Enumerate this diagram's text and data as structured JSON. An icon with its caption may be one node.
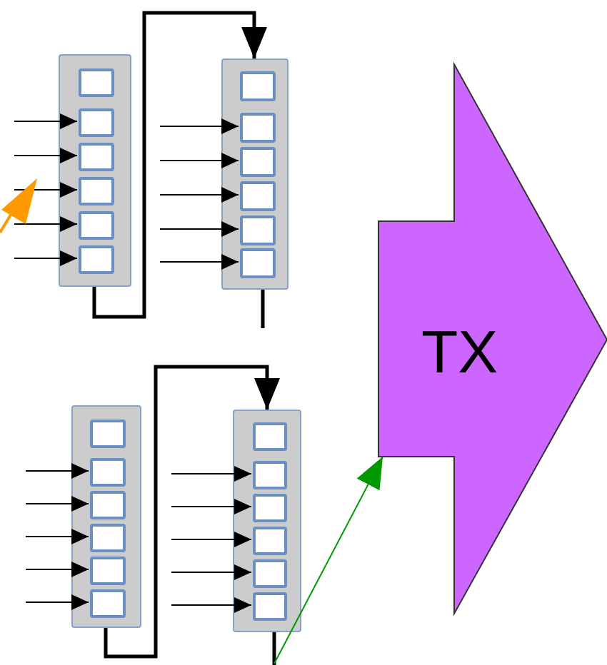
{
  "diagram": {
    "nodes": [
      {
        "text": [],
        "shape": "box"
      },
      {
        "text": [],
        "shape": "box",
        "in": 0
      },
      {
        "text": [],
        "shape": "box",
        "in": 0
      },
      {
        "text": [],
        "shape": "box",
        "in": 0
      },
      {
        "text": [],
        "shape": "box",
        "in": 0
      },
      {
        "text": [],
        "shape": "box",
        "in": 0
      },
      {
        "text": [],
        "shape": "box",
        "in": 0
      },
      {
        "text": [],
        "shape": "box"
      },
      {
        "text": [],
        "shape": "box",
        "in": 7
      },
      {
        "text": [],
        "shape": "box",
        "in": 7
      },
      {
        "text": [],
        "shape": "box",
        "in": 7
      },
      {
        "text": [],
        "shape": "box",
        "in": 7
      },
      {
        "text": [],
        "shape": "box",
        "in": 7
      },
      {
        "text": [],
        "shape": "box",
        "in": 7
      },
      {
        "text": [],
        "shape": "box"
      },
      {
        "text": [],
        "shape": "box",
        "in": 14
      },
      {
        "text": [],
        "shape": "box",
        "in": 14
      },
      {
        "text": [],
        "shape": "box",
        "in": 14
      },
      {
        "text": [],
        "shape": "box",
        "in": 14
      },
      {
        "text": [],
        "shape": "box",
        "in": 14
      },
      {
        "text": [],
        "shape": "box",
        "in": 14
      },
      {
        "text": [],
        "shape": "box"
      },
      {
        "text": [],
        "shape": "box",
        "in": 21
      },
      {
        "text": [],
        "shape": "box",
        "in": 21
      },
      {
        "text": [],
        "shape": "box",
        "in": 21
      },
      {
        "text": [],
        "shape": "box",
        "in": 21
      },
      {
        "text": [],
        "shape": "box",
        "in": 21
      },
      {
        "text": [],
        "shape": "box",
        "in": 21
      },
      {
        "text": [
          "TX"
        ]
      }
    ],
    "edges": [
      {
        "from": null,
        "to": 2,
        "arrow": "to"
      },
      {
        "from": null,
        "to": 3,
        "arrow": "to"
      },
      {
        "from": null,
        "to": 4,
        "arrow": "to"
      },
      {
        "from": null,
        "to": 5,
        "arrow": "to"
      },
      {
        "from": null,
        "to": 6,
        "arrow": "to"
      },
      {
        "from": null,
        "to": 9,
        "arrow": "to"
      },
      {
        "from": null,
        "to": 10,
        "arrow": "to"
      },
      {
        "from": null,
        "to": 11,
        "arrow": "to"
      },
      {
        "from": null,
        "to": 12,
        "arrow": "to"
      },
      {
        "from": null,
        "to": 13,
        "arrow": "to"
      },
      {
        "from": null,
        "to": 16,
        "arrow": "to"
      },
      {
        "from": null,
        "to": 17,
        "arrow": "to"
      },
      {
        "from": null,
        "to": 18,
        "arrow": "to"
      },
      {
        "from": null,
        "to": 19,
        "arrow": "to"
      },
      {
        "from": null,
        "to": 20,
        "arrow": "to"
      },
      {
        "from": null,
        "to": 23,
        "arrow": "to"
      },
      {
        "from": null,
        "to": 24,
        "arrow": "to"
      },
      {
        "from": null,
        "to": 25,
        "arrow": "to"
      },
      {
        "from": null,
        "to": 26,
        "arrow": "to"
      },
      {
        "from": null,
        "to": 27,
        "arrow": "to"
      },
      {
        "from": 0,
        "to": 7,
        "arrow": "to",
        "style": "thick"
      },
      {
        "from": 7,
        "to": null,
        "arrow": "none",
        "style": "thick"
      },
      {
        "from": 14,
        "to": 21,
        "arrow": "to",
        "style": "thick"
      },
      {
        "from": 21,
        "to": null,
        "arrow": "none",
        "style": "thick"
      },
      {
        "from": null,
        "to": 28,
        "arrow": "to",
        "color": "#009900"
      }
    ]
  }
}
